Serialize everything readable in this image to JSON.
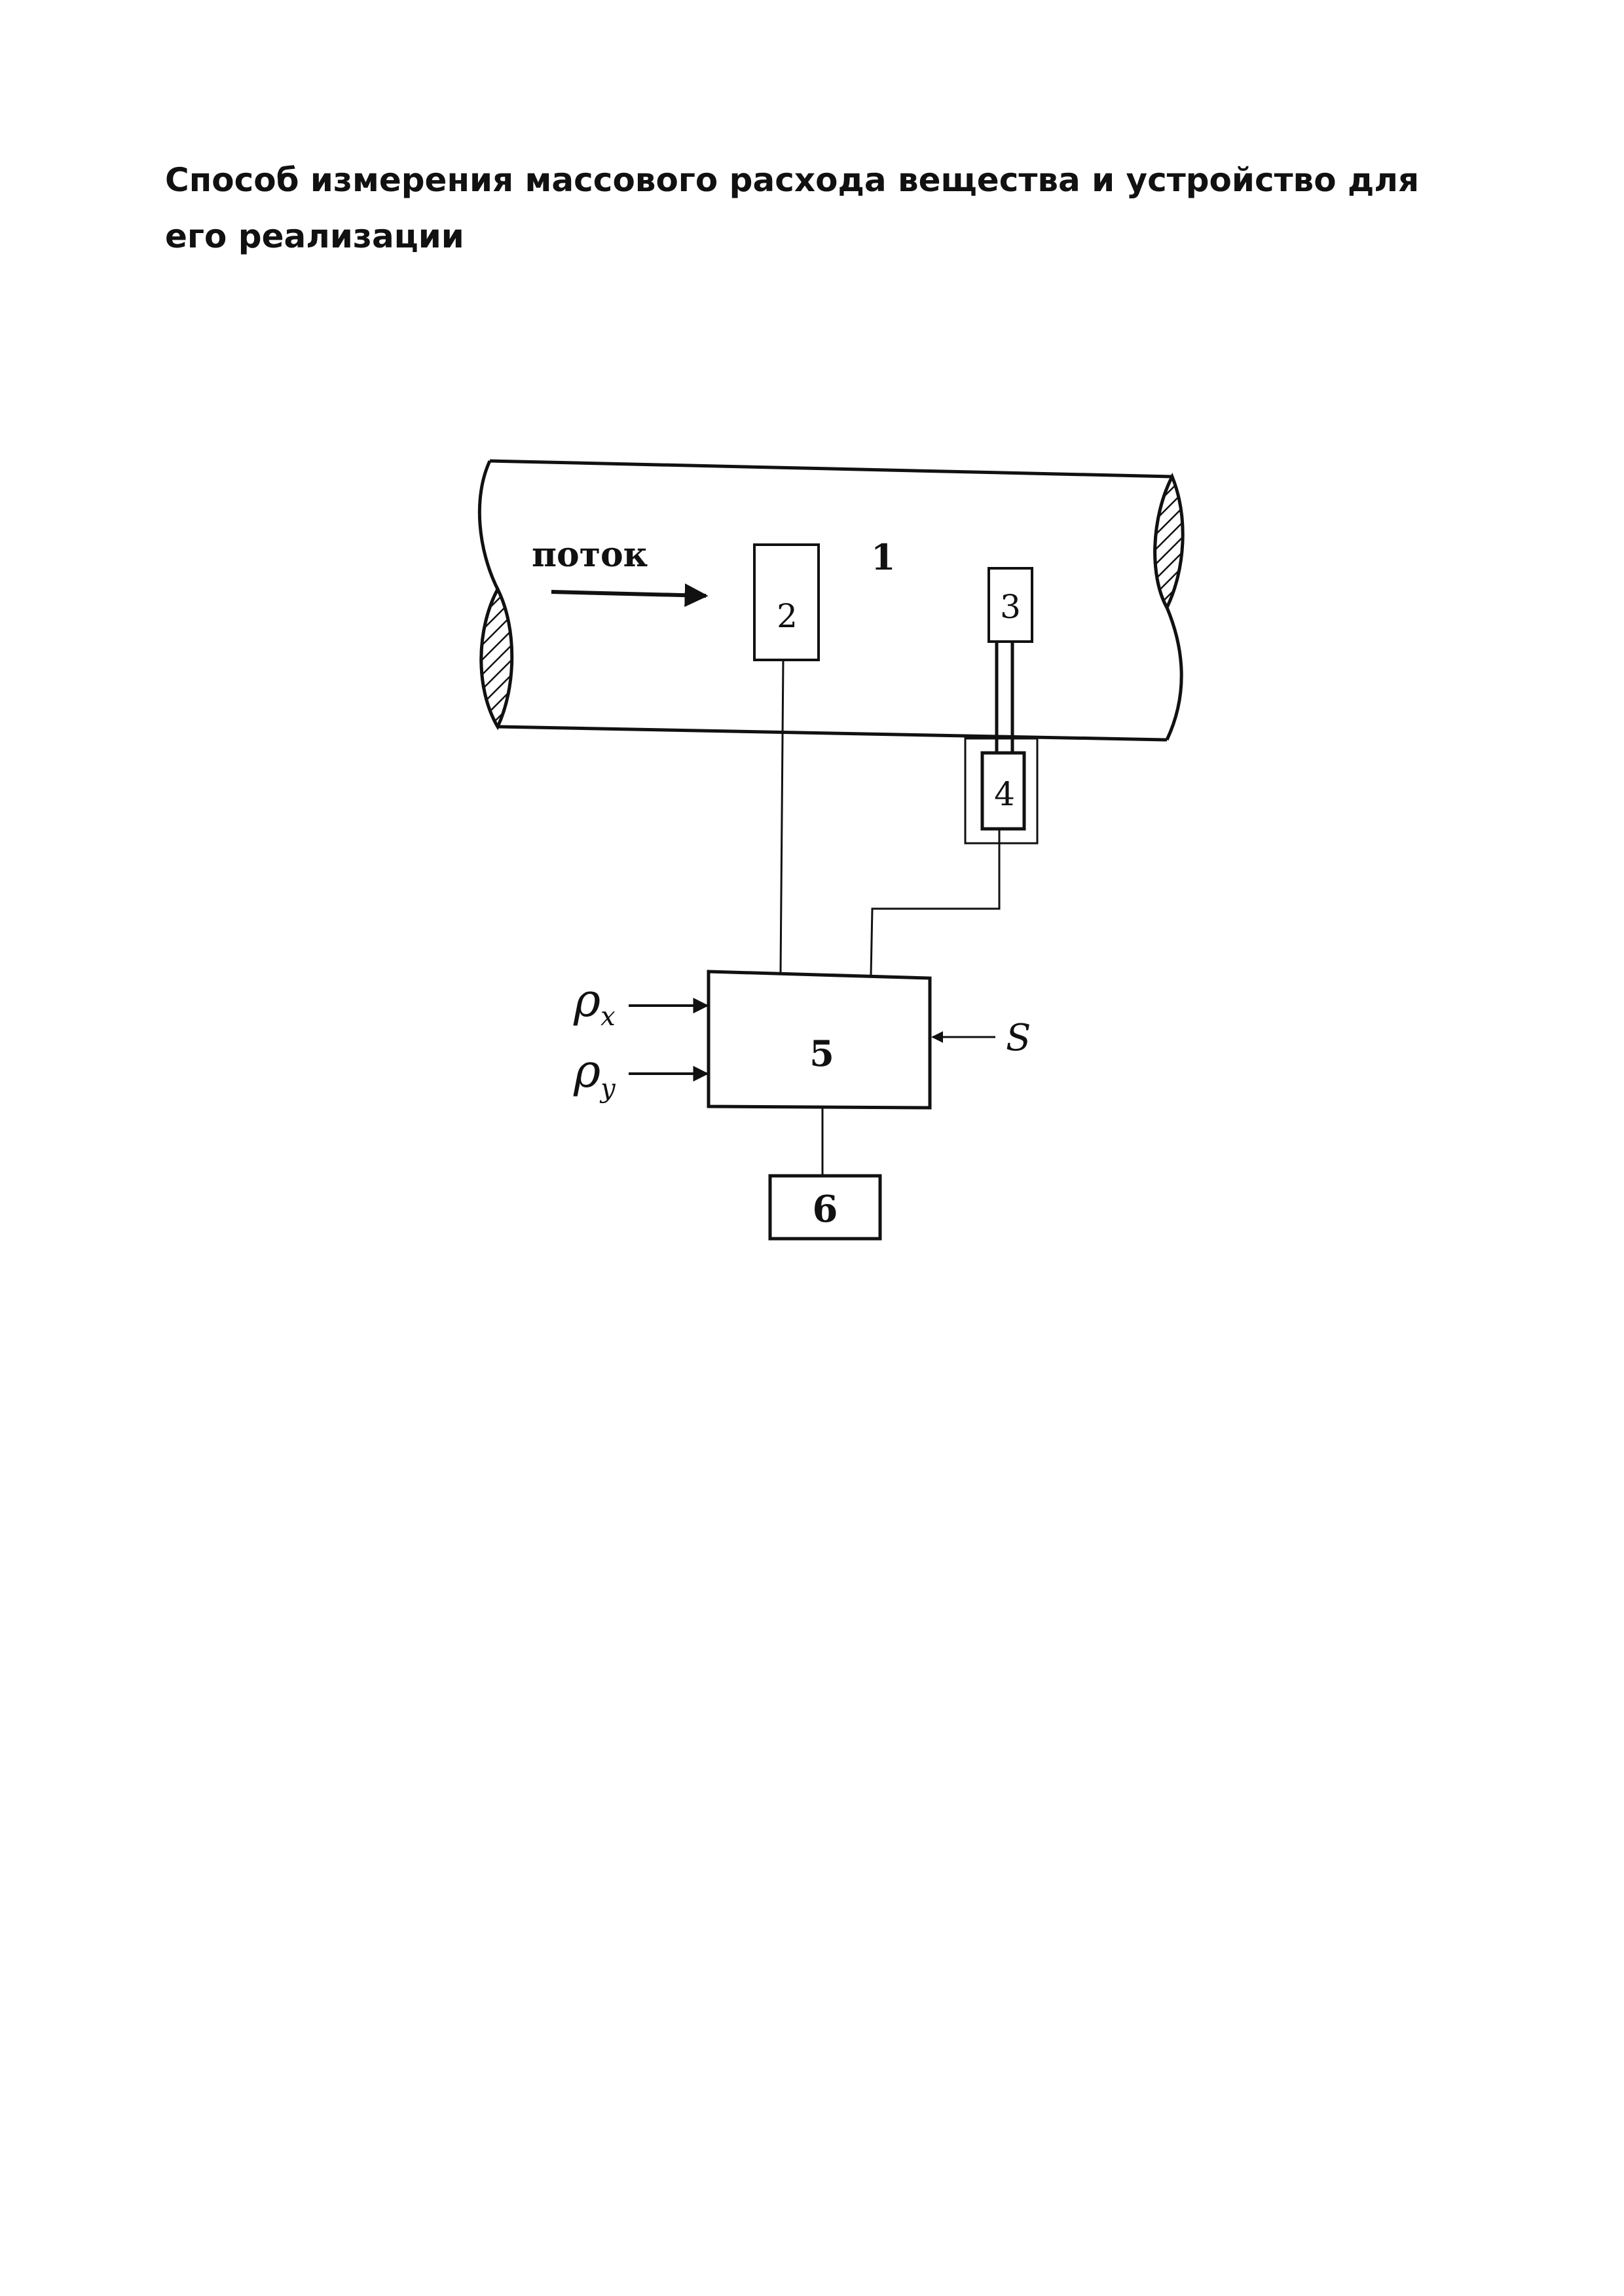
{
  "title": "Способ измерения массового расхода вещества и устройство для его реализации",
  "diagram": {
    "flow_label": "поток",
    "pipe_label": "1",
    "blocks": {
      "b2": "2",
      "b3": "3",
      "b4": "4",
      "b5": "5",
      "b6": "6"
    },
    "inputs": {
      "rho_symbol": "ρ",
      "x_sub": "x",
      "y_sub": "y",
      "s": "S"
    }
  }
}
